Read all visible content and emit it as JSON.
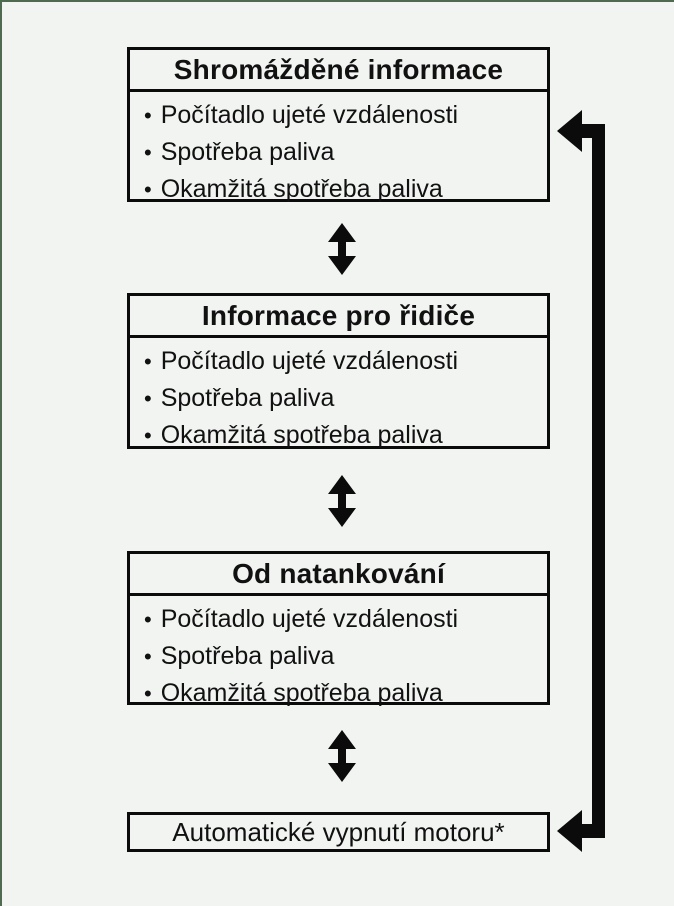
{
  "diagram": {
    "bullet_char": "•",
    "boxes": [
      {
        "title": "Shromážděné informace",
        "items": [
          "Počítadlo ujeté vzdálenosti",
          "Spotřeba paliva",
          "Okamžitá spotřeba paliva"
        ]
      },
      {
        "title": "Informace pro řidiče",
        "items": [
          "Počítadlo ujeté vzdálenosti",
          "Spotřeba paliva",
          "Okamžitá spotřeba paliva"
        ]
      },
      {
        "title": "Od natankování",
        "items": [
          "Počítadlo ujeté vzdálenosti",
          "Spotřeba paliva",
          "Okamžitá spotřeba paliva"
        ]
      },
      {
        "title": "Automatické vypnutí motoru*",
        "items": []
      }
    ],
    "icons": {
      "between_boxes": "double-headed-vertical-arrow",
      "right_side": "loop-return-arrow"
    },
    "colors": {
      "background": "#f2f4f2",
      "line": "#0b0b0b",
      "frame_border": "#4e6b52",
      "text": "#111111"
    }
  }
}
